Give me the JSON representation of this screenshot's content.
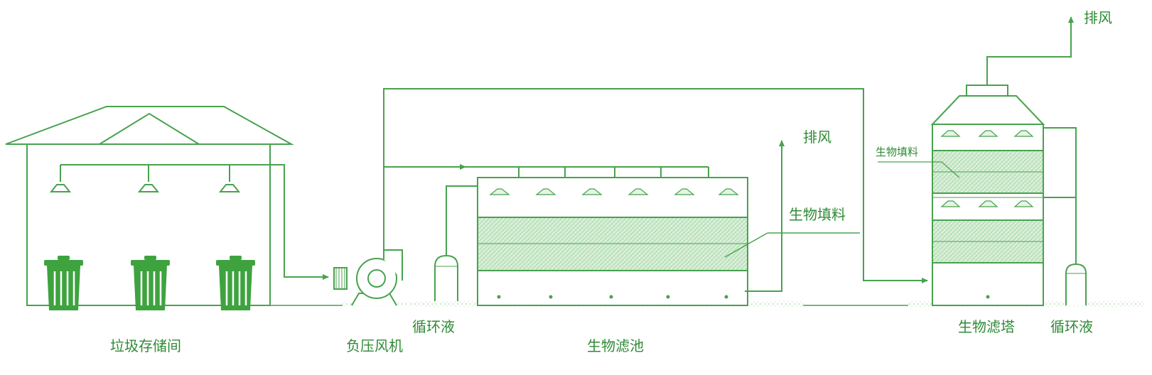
{
  "labels": {
    "storage_room": "垃圾存储间",
    "fan": "负压风机",
    "circulating_liquid_left": "循环液",
    "bio_filter_pool": "生物滤池",
    "exhaust_pool": "排风",
    "bio_packing_pool": "生物填料",
    "exhaust_tower": "排风",
    "bio_packing_tower": "生物填料",
    "bio_filter_tower": "生物滤塔",
    "circulating_liquid_right": "循环液"
  },
  "colors": {
    "line": "#48a24e",
    "bin_fill": "#3ea33f",
    "packing_fill": "#d9efd9",
    "packing_hatch": "#9fd39f",
    "label": "#2f8a35"
  }
}
